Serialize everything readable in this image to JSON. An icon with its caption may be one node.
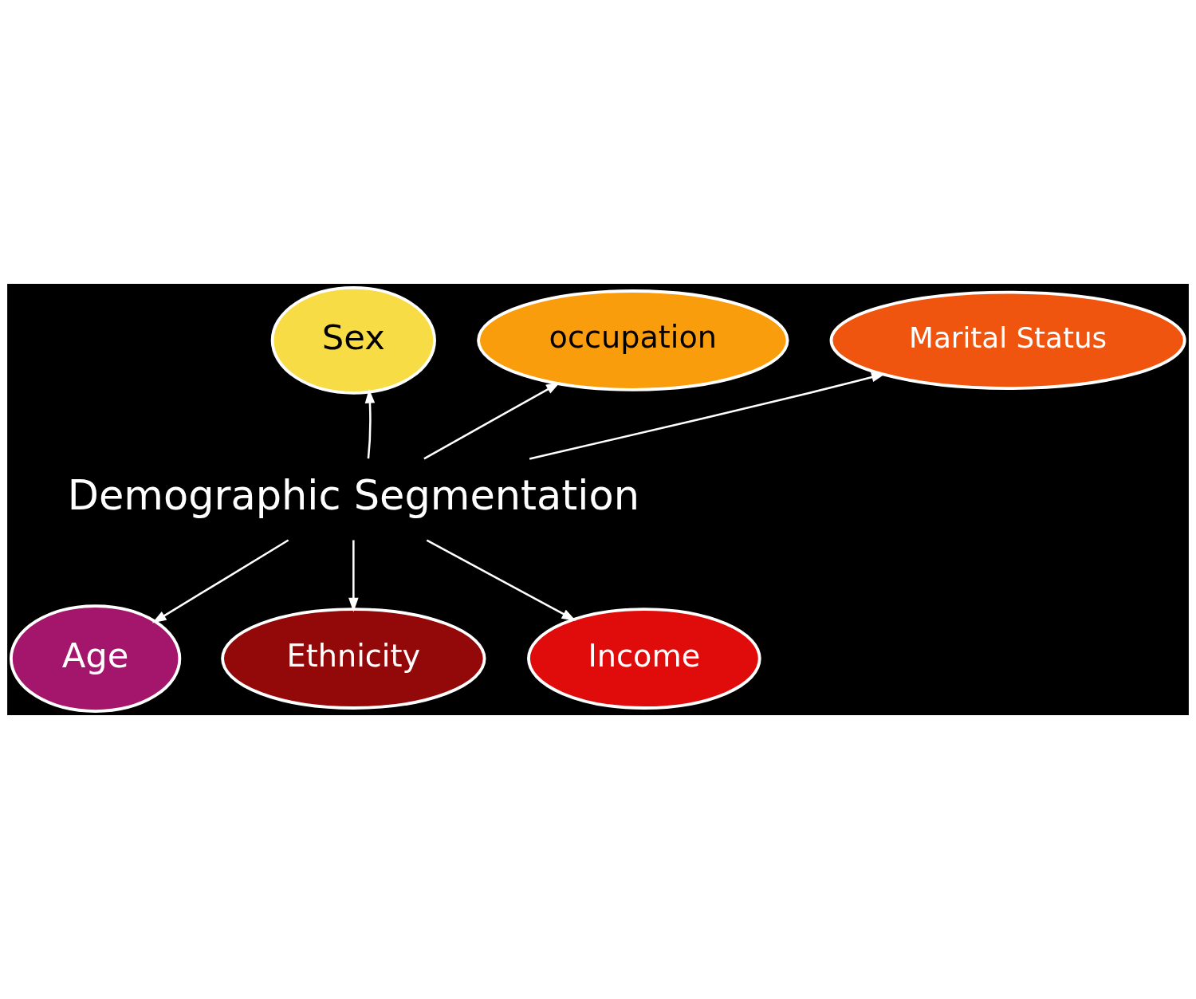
{
  "diagram": {
    "nodes": [
      {
        "text": [
          "Sex"
        ]
      },
      {
        "text": [
          "occupation"
        ]
      },
      {
        "text": [
          "Marital Status"
        ]
      },
      {
        "text": [
          "Demographic Segmentation"
        ]
      },
      {
        "text": [
          "Age"
        ]
      },
      {
        "text": [
          "Ethnicity"
        ]
      },
      {
        "text": [
          "Income"
        ]
      }
    ],
    "edges": [
      {
        "from": 3,
        "to": 0,
        "arrow": "to"
      },
      {
        "from": 3,
        "to": 1,
        "arrow": "to"
      },
      {
        "from": 3,
        "to": 2,
        "arrow": "to"
      },
      {
        "from": 3,
        "to": 4,
        "arrow": "to"
      },
      {
        "from": 3,
        "to": 5,
        "arrow": "to"
      },
      {
        "from": 3,
        "to": 6,
        "arrow": "to"
      }
    ]
  }
}
